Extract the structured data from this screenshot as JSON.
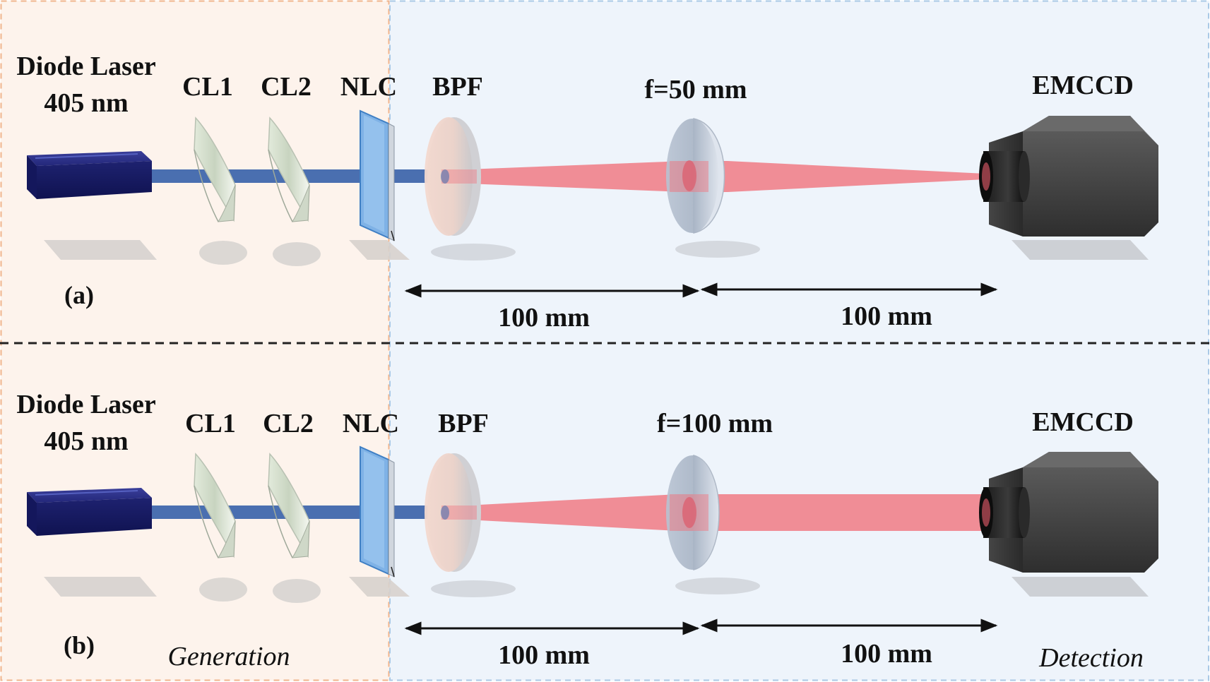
{
  "colors": {
    "generation_bg": "#fdf3ec",
    "generation_border": "#f0b48c",
    "detection_bg": "#eef4fb",
    "detection_border": "#a9c9e6",
    "blue_beam": "#4a6fb0",
    "red_beam": "#f07a84",
    "laser_body": "#1c1f6b",
    "camera_body": "#4a4a4a"
  },
  "zones": {
    "generation_label": "Generation",
    "detection_label": "Detection"
  },
  "panel_a": {
    "tag": "(a)",
    "laser_line1": "Diode Laser",
    "laser_line2": "405 nm",
    "cl1": "CL1",
    "cl2": "CL2",
    "nlc": "NLC",
    "bpf": "BPF",
    "lens": "f=50 mm",
    "detector": "EMCCD",
    "distance1": "100 mm",
    "distance2": "100 mm"
  },
  "panel_b": {
    "tag": "(b)",
    "laser_line1": "Diode Laser",
    "laser_line2": "405 nm",
    "cl1": "CL1",
    "cl2": "CL2",
    "nlc": "NLC",
    "bpf": "BPF",
    "lens": "f=100 mm",
    "detector": "EMCCD",
    "distance1": "100 mm",
    "distance2": "100 mm"
  }
}
